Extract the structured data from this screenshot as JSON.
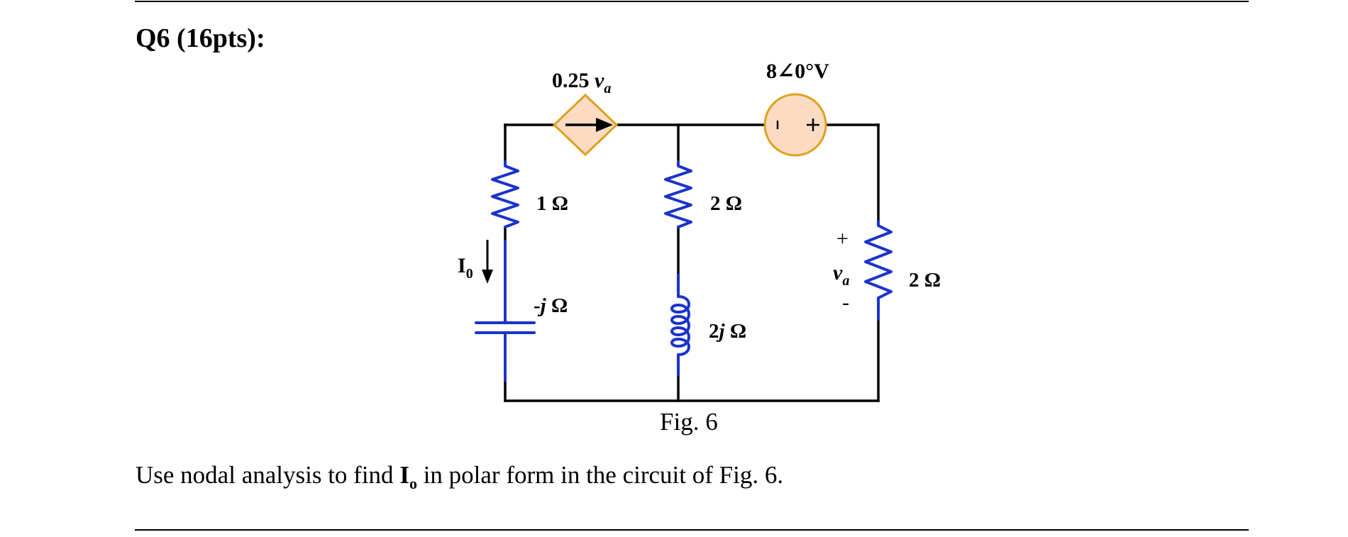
{
  "question": {
    "title": "Q6 (16pts):",
    "prompt_prefix": "Use nodal analysis to find ",
    "prompt_bold": "I",
    "prompt_bold_sub": "o",
    "prompt_suffix": " in polar form in the circuit of Fig. 6."
  },
  "figure": {
    "caption": "Fig. 6",
    "dependent_source": {
      "gain": "0.25",
      "variable": "v",
      "variable_sub": "a"
    },
    "voltage_source": {
      "label": "8∠0°V",
      "minus": "-",
      "plus": "+"
    },
    "resistor_left": {
      "label": "1 Ω"
    },
    "resistor_middle": {
      "label": "2 Ω"
    },
    "resistor_right": {
      "label": "2 Ω"
    },
    "capacitor": {
      "prefix": "-",
      "j": "j",
      "suffix": " Ω"
    },
    "inductor": {
      "prefix": "2",
      "j": "j",
      "suffix": " Ω"
    },
    "current": {
      "symbol": "I",
      "sub": "0"
    },
    "va_label": {
      "plus": "+",
      "symbol": "v",
      "sub": "a",
      "minus": "-"
    },
    "colors": {
      "wire": "#000000",
      "component": "#1a33cc",
      "source_fill": "#fbdcc3",
      "source_stroke": "#e0a020"
    }
  }
}
